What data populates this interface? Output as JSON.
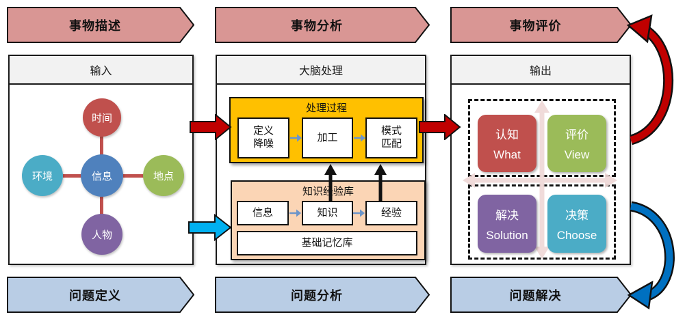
{
  "banners": {
    "top": [
      "事物描述",
      "事物分析",
      "事物评价"
    ],
    "bottom": [
      "问题定义",
      "问题分析",
      "问题解决"
    ]
  },
  "input": {
    "header": "输入",
    "circles": {
      "top": {
        "label": "时间",
        "color": "#C0504D"
      },
      "left": {
        "label": "环境",
        "color": "#4BACC6"
      },
      "center": {
        "label": "信息",
        "color": "#4F81BD"
      },
      "right": {
        "label": "地点",
        "color": "#9BBB59"
      },
      "bottom": {
        "label": "人物",
        "color": "#8064A2"
      }
    }
  },
  "brain": {
    "header": "大脑处理",
    "process": {
      "title": "处理过程",
      "fill": "#FFC000",
      "steps": [
        "定义\n降噪",
        "加工",
        "模式\n匹配"
      ]
    },
    "knowledge": {
      "title": "知识经验库",
      "fill": "#FBD5B5",
      "items": [
        "信息",
        "知识",
        "经验"
      ],
      "base": "基础记忆库"
    }
  },
  "output": {
    "header": "输出",
    "quadrants": [
      {
        "zh": "认知",
        "en": "What",
        "color": "#C0504D"
      },
      {
        "zh": "评价",
        "en": "View",
        "color": "#9BBB59"
      },
      {
        "zh": "解决",
        "en": "Solution",
        "color": "#8064A2"
      },
      {
        "zh": "决策",
        "en": "Choose",
        "color": "#4BACC6"
      }
    ]
  },
  "colors": {
    "top_banner_fill": "#D99694",
    "bottom_banner_fill": "#B9CDE5",
    "forward_arrow_red": "#C00000",
    "input_arrow_blue": "#00B0F0",
    "feedback_arrow_red": "#C00000",
    "feedback_arrow_blue": "#0070C0",
    "cross_arrow_pink": "#EFD8D6",
    "connector_red": "#C0504D",
    "step_arrow_blue": "#6C95C9"
  }
}
